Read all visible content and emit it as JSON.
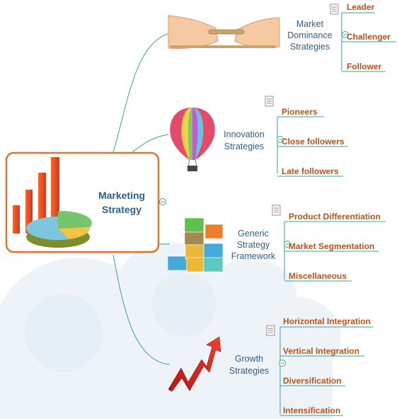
{
  "center": {
    "line1": "Marketing",
    "line2": "Strategy"
  },
  "branches": [
    {
      "lines": [
        "Market",
        "Dominance",
        "Strategies"
      ],
      "leaves": [
        "Leader",
        "Challenger",
        "Follower"
      ]
    },
    {
      "lines": [
        "Innovation",
        "Strategies"
      ],
      "leaves": [
        "Pioneers",
        "Close followers",
        "Late followers"
      ]
    },
    {
      "lines": [
        "Generic",
        "Strategy",
        "Framework"
      ],
      "leaves": [
        "Product Differentiation",
        "Market Segmentation",
        "Miscellaneous"
      ]
    },
    {
      "lines": [
        "Growth",
        "Strategies"
      ],
      "leaves": [
        "Horizontal Integration",
        "Vertical Integration",
        "Diversification",
        "Intensification"
      ]
    }
  ],
  "colors": {
    "connector": "#3aa58a",
    "center_border": "#e3742e",
    "branch_text": "#2e5f8a",
    "leaf_text": "#b5541c",
    "underline": "#3aa58a"
  },
  "icons": [
    "handshake-rope-icon",
    "hot-air-balloon-icon",
    "blocks-icon",
    "growth-arrow-icon",
    "note-icon",
    "collapse-icon",
    "bar-pie-chart-icon"
  ]
}
